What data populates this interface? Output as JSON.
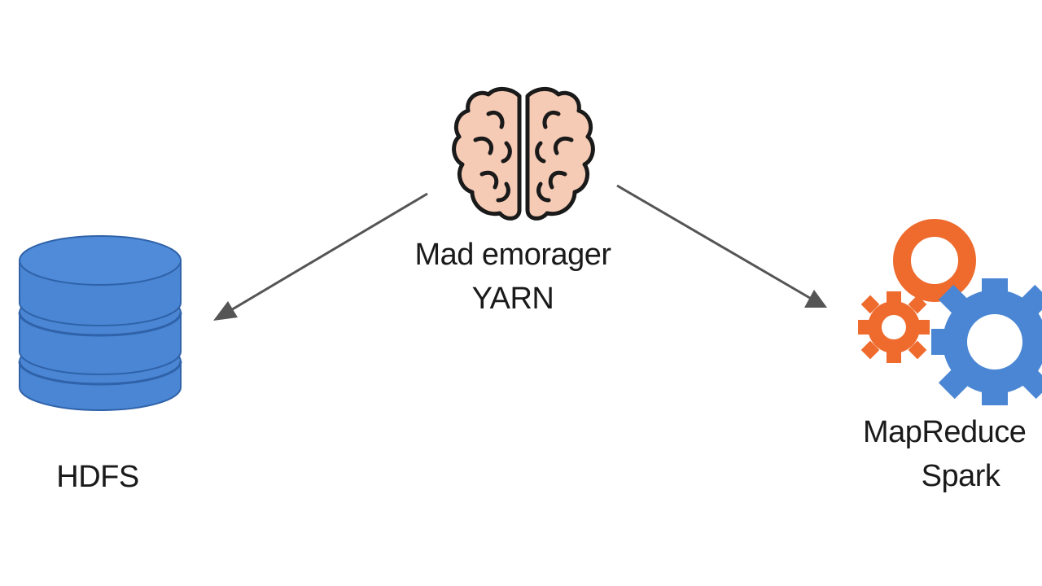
{
  "yarn": {
    "line1": "Mad emorager",
    "line2": "YARN",
    "icon": "brain-icon"
  },
  "storage": {
    "label": "HDFS",
    "icon": "database-icon"
  },
  "compute": {
    "line1": "MapReduce",
    "line2": "Spark",
    "icon": "gears-icon"
  },
  "colors": {
    "database": "#4a86d4",
    "database_edge": "#2f62a8",
    "gear_orange": "#ee6a2d",
    "gear_blue": "#4a86d4",
    "brain_fill": "#f6cbb5",
    "arrow": "#555555"
  }
}
